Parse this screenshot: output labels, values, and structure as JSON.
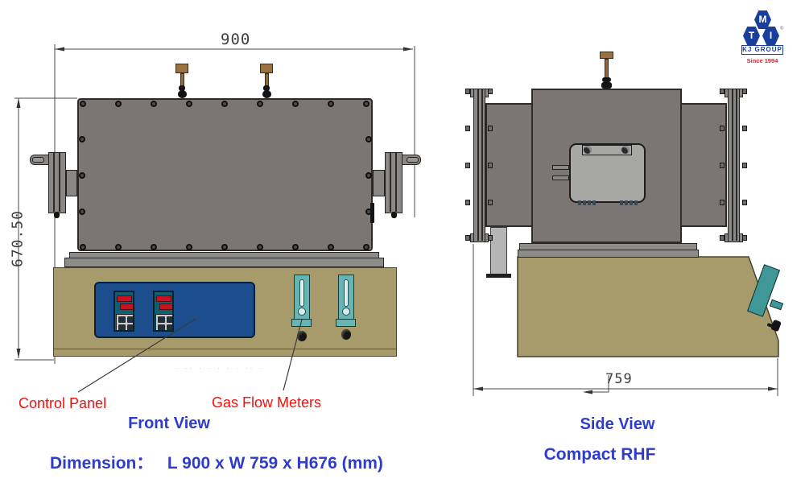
{
  "logo": {
    "hex_letters": [
      "M",
      "T",
      "I"
    ],
    "group_label": "KJ GROUP",
    "since_label": "Since 1994",
    "registered_mark": "®"
  },
  "front_view": {
    "caption": "Front View",
    "width_dim": "900",
    "height_dim": "670.50",
    "labels": {
      "control_panel": "Control Panel",
      "gas_flow_meters": "Gas Flow Meters"
    },
    "watermark_remnant": "· ·· ·  · ·  · · ··  ·"
  },
  "side_view": {
    "caption": "Side View",
    "model": "Compact RHF",
    "depth_dim": "759"
  },
  "dimension_caption": "Dimension：   L 900 x W 759 x H676 (mm)",
  "colors": {
    "furnace_gray": "#7b7673",
    "base_tan": "#a79b6c",
    "panel_blue": "#1c4d8d",
    "meter_teal": "#66b5b5",
    "display_red": "#c51420",
    "label_red": "#f3110e",
    "caption_blue": "#2e3ccd",
    "logo_blue": "#1a3e9c",
    "logo_red": "#e31e24"
  }
}
